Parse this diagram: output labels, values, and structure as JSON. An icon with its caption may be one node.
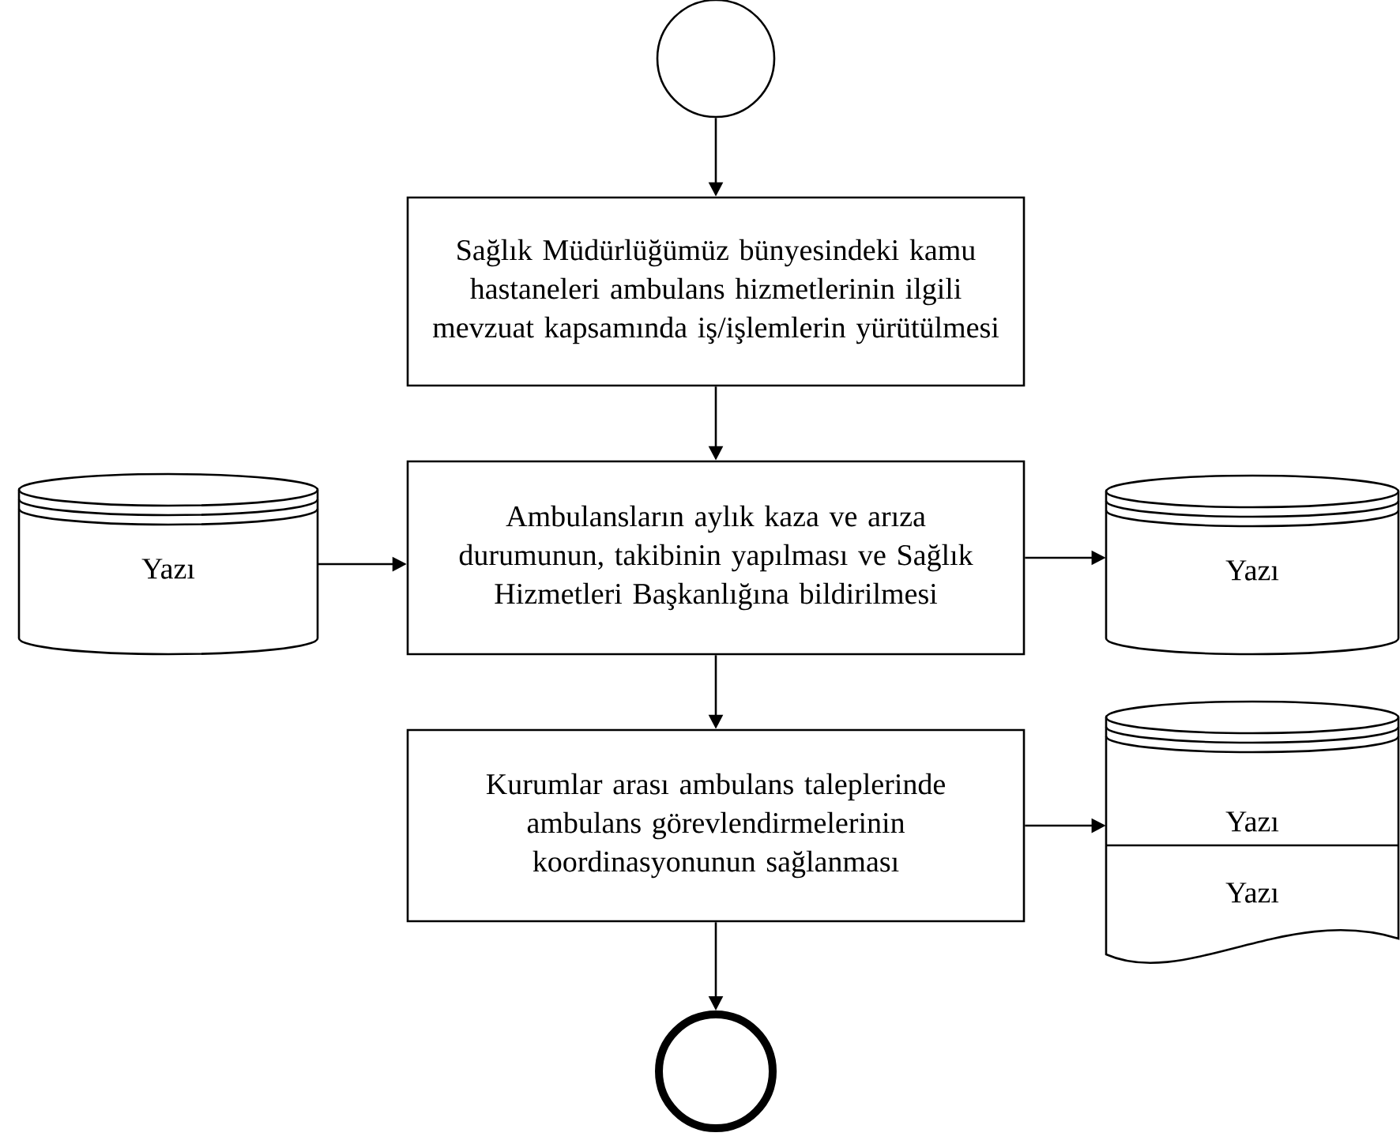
{
  "diagram": {
    "nodes": [
      {
        "text": [],
        "shape": "circle"
      },
      {
        "text": [
          "Sağlık Müdürlüğümüz bünyesindeki kamu hastaneleri ambulans hizmetlerinin ilgili mevzuat kapsamında iş/işlemlerin yürütülmesi"
        ]
      },
      {
        "text": [
          "Ambulansların aylık kaza ve arıza durumunun, takibinin yapılması ve Sağlık Hizmetleri Başkanlığına bildirilmesi"
        ]
      },
      {
        "text": [
          "Yazı"
        ]
      },
      {
        "text": [
          "Yazı"
        ]
      },
      {
        "text": [
          "Kurumlar arası ambulans taleplerinde ambulans görevlendirmelerinin koordinasyonunun sağlanması"
        ]
      },
      {
        "text": [
          "Yazı",
          "Yazı"
        ]
      },
      {
        "text": [],
        "shape": "circle"
      }
    ],
    "edges": [
      {
        "from": 0,
        "to": 1,
        "arrow": "to"
      },
      {
        "from": 1,
        "to": 2,
        "arrow": "to"
      },
      {
        "from": 3,
        "to": 2,
        "arrow": "to"
      },
      {
        "from": 2,
        "to": 4,
        "arrow": "to"
      },
      {
        "from": 2,
        "to": 5,
        "arrow": "to"
      },
      {
        "from": 5,
        "to": 6,
        "arrow": "to"
      },
      {
        "from": 5,
        "to": 7,
        "arrow": "to"
      }
    ]
  }
}
